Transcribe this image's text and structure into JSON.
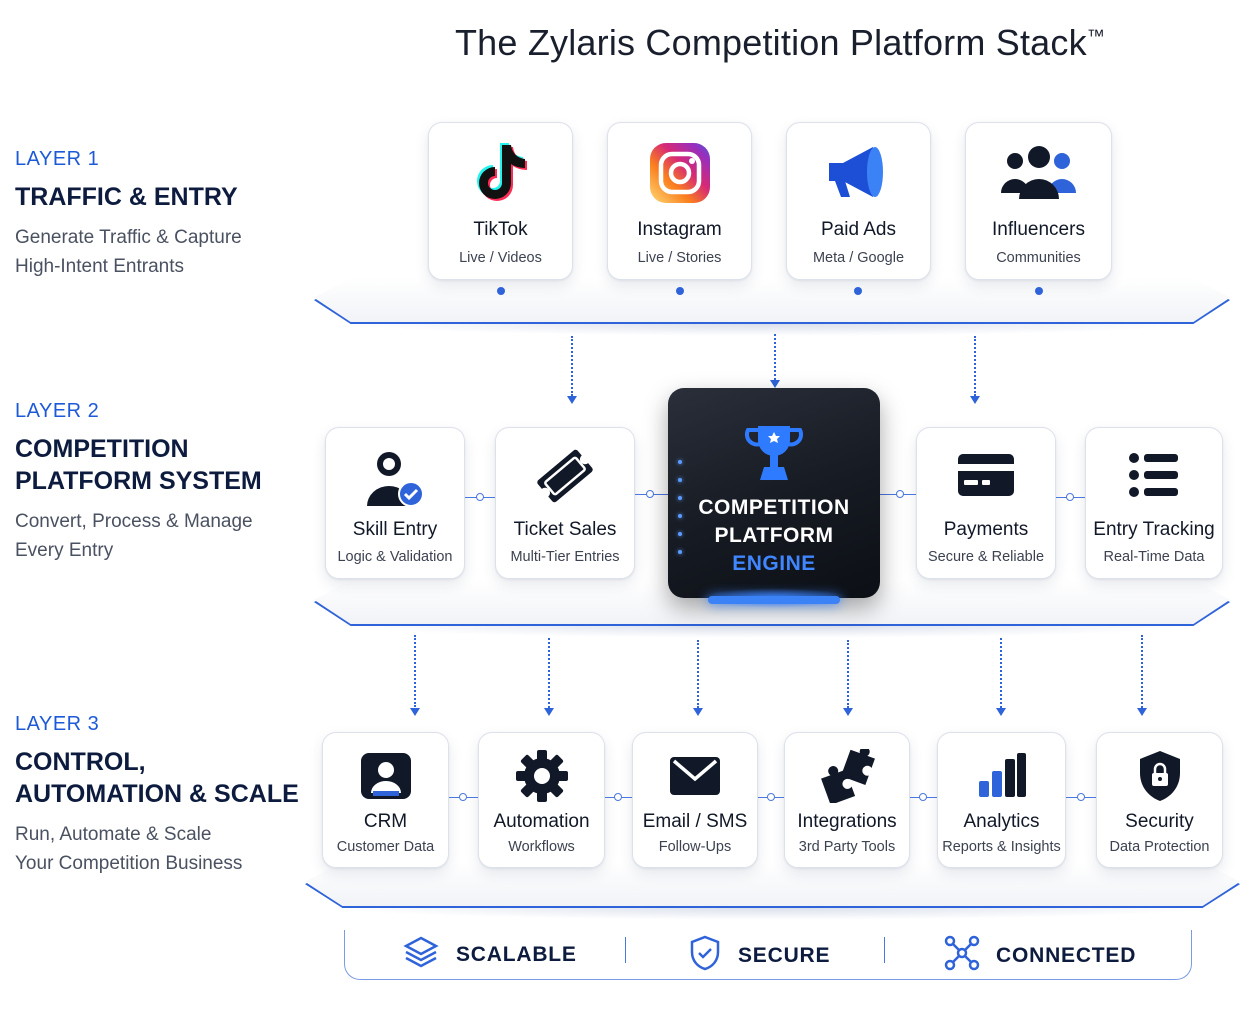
{
  "title": "The Zylaris Competition Platform Stack",
  "title_mark": "™",
  "layers": [
    {
      "label": "LAYER 1",
      "name": "TRAFFIC & ENTRY",
      "desc": [
        "Generate Traffic & Capture",
        "High-Intent Entrants"
      ]
    },
    {
      "label": "LAYER 2",
      "name": "COMPETITION PLATFORM SYSTEM",
      "desc": [
        "Convert, Process & Manage",
        "Every Entry"
      ]
    },
    {
      "label": "LAYER 3",
      "name": "CONTROL, AUTOMATION & SCALE",
      "desc": [
        "Run, Automate & Scale",
        "Your Competition Business"
      ]
    }
  ],
  "layer1_cards": [
    {
      "name": "TikTok",
      "sub": "Live / Videos",
      "icon": "tiktok-icon"
    },
    {
      "name": "Instagram",
      "sub": "Live / Stories",
      "icon": "instagram-icon"
    },
    {
      "name": "Paid Ads",
      "sub": "Meta / Google",
      "icon": "megaphone-icon"
    },
    {
      "name": "Influencers",
      "sub": "Communities",
      "icon": "people-icon"
    }
  ],
  "layer2_cards": [
    {
      "name": "Skill Entry",
      "sub": "Logic & Validation",
      "icon": "user-check-icon"
    },
    {
      "name": "Ticket Sales",
      "sub": "Multi-Tier Entries",
      "icon": "ticket-icon"
    },
    {
      "name": "Payments",
      "sub": "Secure & Reliable",
      "icon": "credit-card-icon"
    },
    {
      "name": "Entry Tracking",
      "sub": "Real-Time Data",
      "icon": "list-icon"
    }
  ],
  "engine": {
    "line1": "COMPETITION",
    "line2": "PLATFORM",
    "line3": "ENGINE",
    "icon": "trophy-icon"
  },
  "layer3_cards": [
    {
      "name": "CRM",
      "sub": "Customer Data",
      "icon": "contact-book-icon"
    },
    {
      "name": "Automation",
      "sub": "Workflows",
      "icon": "gear-icon"
    },
    {
      "name": "Email / SMS",
      "sub": "Follow-Ups",
      "icon": "envelope-icon"
    },
    {
      "name": "Integrations",
      "sub": "3rd Party Tools",
      "icon": "puzzle-icon"
    },
    {
      "name": "Analytics",
      "sub": "Reports & Insights",
      "icon": "bar-chart-icon"
    },
    {
      "name": "Security",
      "sub": "Data Protection",
      "icon": "shield-lock-icon"
    }
  ],
  "footer": [
    {
      "label": "SCALABLE",
      "icon": "layers-icon"
    },
    {
      "label": "SECURE",
      "icon": "shield-check-icon"
    },
    {
      "label": "CONNECTED",
      "icon": "network-icon"
    }
  ],
  "colors": {
    "accent": "#2f63d9",
    "dark": "#0d1b3e",
    "engine": "#161a22"
  }
}
